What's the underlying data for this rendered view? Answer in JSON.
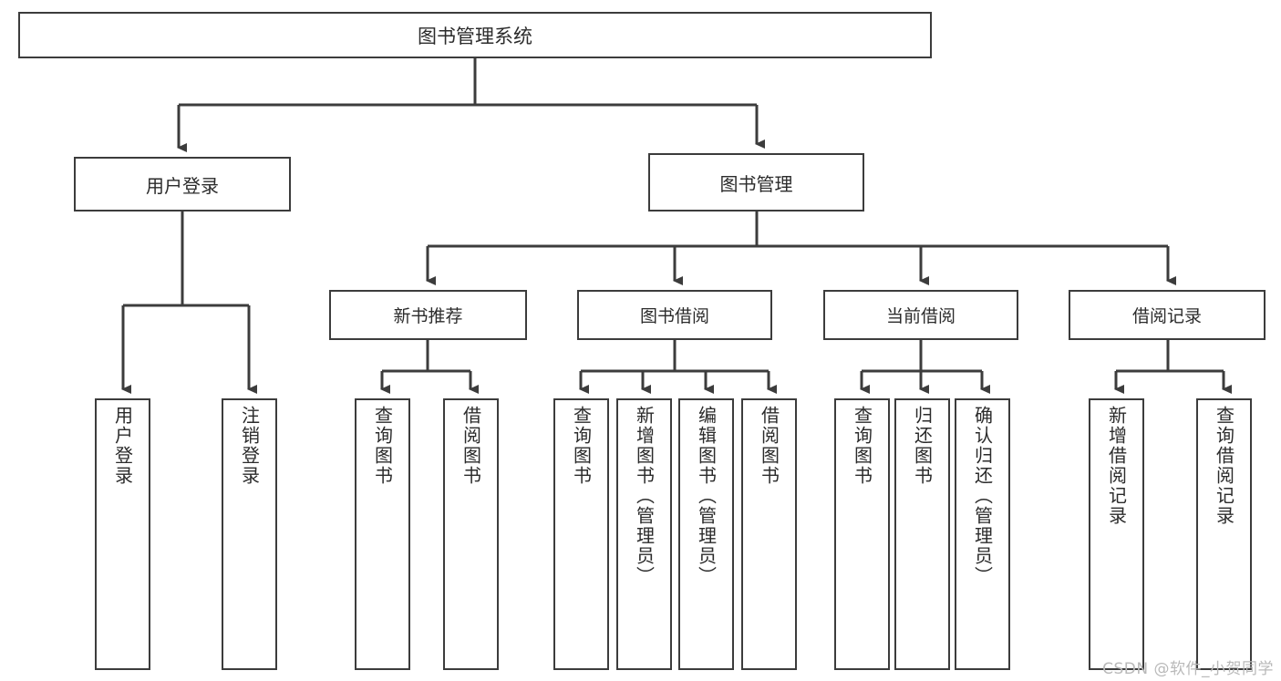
{
  "diagram": {
    "title": "图书管理系统",
    "root": {
      "label": "图书管理系统"
    },
    "tier1": [
      {
        "label": "用户登录"
      },
      {
        "label": "图书管理"
      }
    ],
    "tier2": [
      {
        "label": "新书推荐"
      },
      {
        "label": "图书借阅"
      },
      {
        "label": "当前借阅"
      },
      {
        "label": "借阅记录"
      }
    ],
    "leaves": {
      "user_login": [
        {
          "label": "用户登录"
        },
        {
          "label": "注销登录"
        }
      ],
      "new_book_recommend": [
        {
          "label": "查询图书"
        },
        {
          "label": "借阅图书"
        }
      ],
      "book_borrow": [
        {
          "label": "查询图书"
        },
        {
          "label": "新增图书（管理员）"
        },
        {
          "label": "编辑图书（管理员）"
        },
        {
          "label": "借阅图书"
        }
      ],
      "current_borrow": [
        {
          "label": "查询图书"
        },
        {
          "label": "归还图书"
        },
        {
          "label": "确认归还（管理员）"
        }
      ],
      "borrow_record": [
        {
          "label": "新增借阅记录"
        },
        {
          "label": "查询借阅记录"
        }
      ]
    }
  },
  "watermark": {
    "text": "CSDN @软件_小贺同学"
  },
  "colors": {
    "stroke": "#3c3c3c",
    "text": "#2b2b2b",
    "background": "#ffffff",
    "watermark": "#b9b9b9"
  }
}
